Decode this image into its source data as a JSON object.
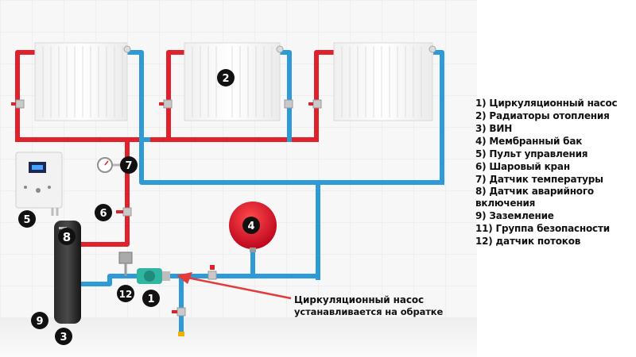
{
  "legend": [
    "1) Циркуляционный насос",
    "2) Радиаторы отопления",
    "3) ВИН",
    "4) Мембранный бак",
    "5) Пульт управления",
    "6) Шаровый кран",
    "7) Датчик температуры",
    "8) Датчик аварийного включения",
    "9) Заземление",
    "11) Группа безопасности",
    "12) датчик потоков"
  ],
  "note": {
    "line1": "Циркуляционный насос",
    "line2": "устанавливается на обратке"
  },
  "markers": {
    "m1": "1",
    "m2": "2",
    "m3": "3",
    "m4": "4",
    "m5": "5",
    "m6": "6",
    "m7": "7",
    "m8": "8",
    "m9": "9",
    "m12": "12"
  },
  "colors": {
    "supply": "#e0202a",
    "return": "#2e9bd6",
    "tank": "#d5001e",
    "boiler": "#1f1f1f",
    "arrow": "#e53a3a",
    "marker": "#111111"
  }
}
